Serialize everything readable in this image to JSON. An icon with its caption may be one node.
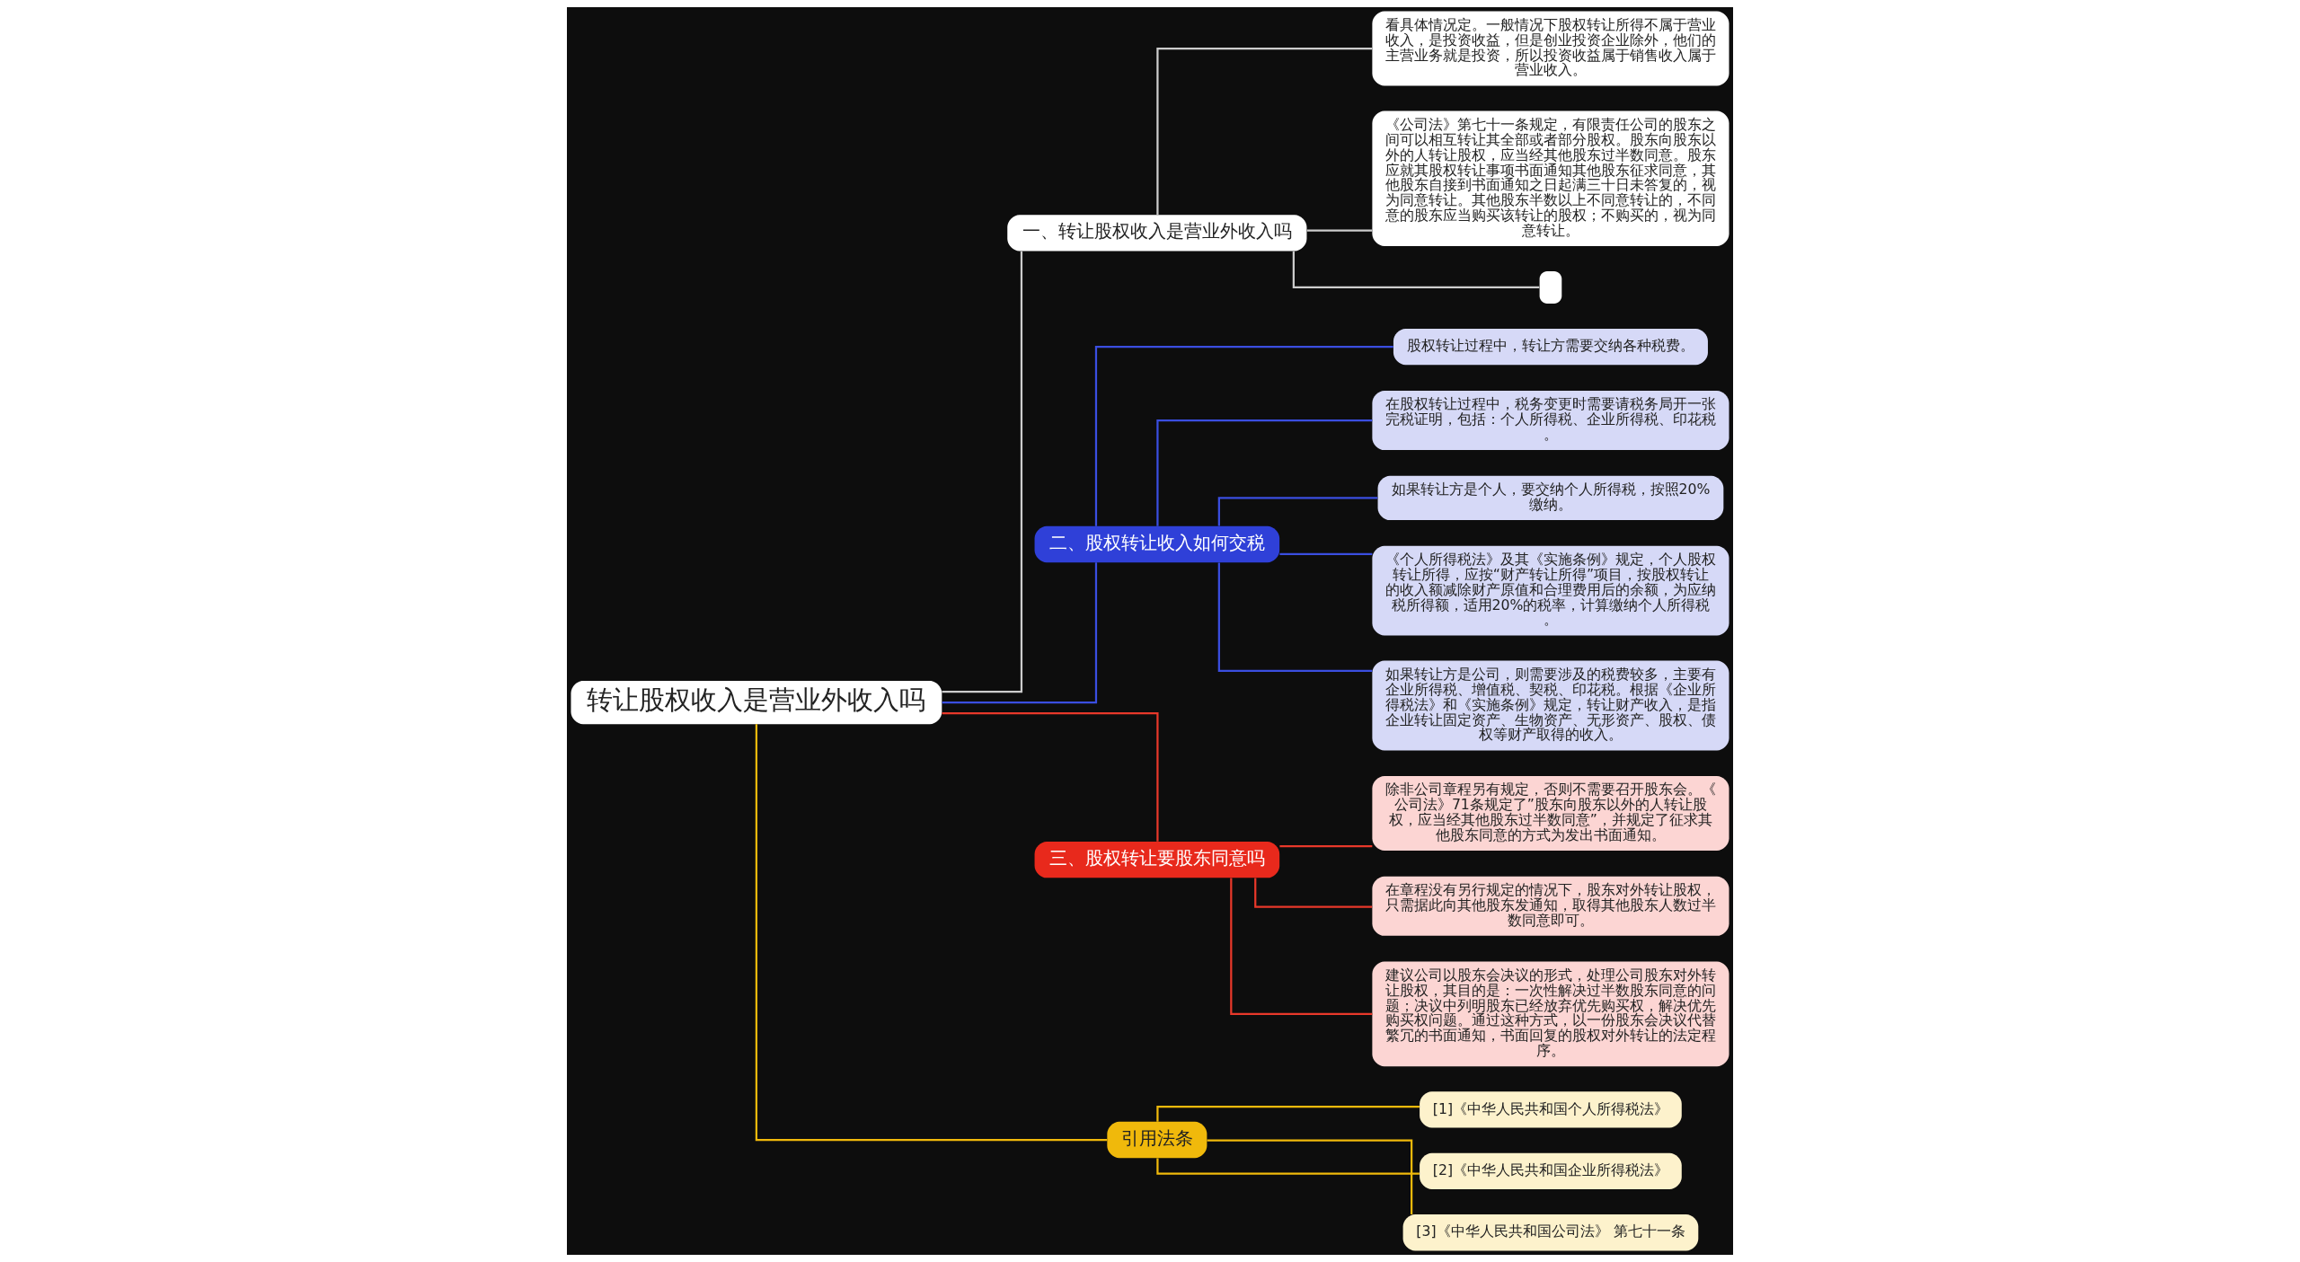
{
  "diagram": {
    "nodes": [
      {
        "text": [
          "转让股权收入是营业外收入吗"
        ]
      },
      {
        "text": [
          "一、转让股权收入是营业外收入吗"
        ]
      },
      {
        "text": [
          "看具体情况定。一般情况下股权转让所得不属于营业收入，是投资收益，但是创业投资企业除外，他们的主营业务就是投资，所以投资收益属于销售收入属于营业收入。"
        ]
      },
      {
        "text": [
          "《公司法》第七十一条规定，有限责任公司的股东之间可以相互转让其全部或者部分股权。股东向股东以外的人转让股权，应当经其他股东过半数同意。股东应就其股权转让事项书面通知其他股东征求同意，其他股东自接到书面通知之日起满三十日未答复的，视为同意转让。其他股东半数以上不同意转让的，不同意的股东应当购买该转让的股权；不购买的，视为同意转让。"
        ]
      },
      {
        "text": [],
        "shape": "box"
      },
      {
        "text": [
          "二、股权转让收入如何交税"
        ]
      },
      {
        "text": [
          "股权转让过程中，转让方需要交纳各种税费。"
        ]
      },
      {
        "text": [
          "在股权转让过程中，税务变更时需要请税务局开一张完税证明，包括：个人所得税、企业所得税、印花税。"
        ]
      },
      {
        "text": [
          "如果转让方是个人，要交纳个人所得税，按照20%缴纳。"
        ]
      },
      {
        "text": [
          "《个人所得税法》及其《实施条例》规定，个人股权转让所得，应按“财产转让所得”项目，按股权转让的收入额减除财产原值和合理费用后的余额，为应纳税所得额，适用20%的税率，计算缴纳个人所得税。"
        ]
      },
      {
        "text": [
          "如果转让方是公司，则需要涉及的税费较多，主要有企业所得税、增值税、契税、印花税。根据《企业所得税法》和《实施条例》规定，转让财产收入，是指企业转让固定资产、生物资产、无形资产、股权、债权等财产取得的收入。"
        ]
      },
      {
        "text": [
          "三、股权转让要股东同意吗"
        ]
      },
      {
        "text": [
          "除非公司章程另有规定，否则不需要召开股东会。《公司法》71条规定了”股东向股东以外的人转让股权，应当经其他股东过半数同意”，并规定了征求其他股东同意的方式为发出书面通知。"
        ]
      },
      {
        "text": [
          "在章程没有另行规定的情况下，股东对外转让股权，只需据此向其他股东发通知，取得其他股东人数过半数同意即可。"
        ]
      },
      {
        "text": [
          "建议公司以股东会决议的形式，处理公司股东对外转让股权，其目的是：一次性解决过半数股东同意的问题；决议中列明股东已经放弃优先购买权，解决优先购买权问题。通过这种方式，以一份股东会决议代替繁冗的书面通知，书面回复的股权对外转让的法定程序。"
        ]
      },
      {
        "text": [
          "引用法条"
        ]
      },
      {
        "text": [
          "[1]《中华人民共和国个人所得税法》"
        ]
      },
      {
        "text": [
          "[2]《中华人民共和国企业所得税法》"
        ]
      },
      {
        "text": [
          "[3]《中华人民共和国公司法》 第七十一条"
        ]
      }
    ],
    "edges": [
      {
        "from": 0,
        "to": 1,
        "arrow": "none",
        "color": "#cccccc"
      },
      {
        "from": 1,
        "to": 2,
        "arrow": "none",
        "color": "#cccccc"
      },
      {
        "from": 1,
        "to": 3,
        "arrow": "none",
        "color": "#cccccc"
      },
      {
        "from": 1,
        "to": 4,
        "arrow": "none",
        "color": "#cccccc"
      },
      {
        "from": 0,
        "to": 5,
        "arrow": "none",
        "color": "#3a4ee0"
      },
      {
        "from": 5,
        "to": 6,
        "arrow": "none",
        "color": "#3a4ee0"
      },
      {
        "from": 5,
        "to": 7,
        "arrow": "none",
        "color": "#3a4ee0"
      },
      {
        "from": 5,
        "to": 8,
        "arrow": "none",
        "color": "#3a4ee0"
      },
      {
        "from": 5,
        "to": 9,
        "arrow": "none",
        "color": "#3a4ee0"
      },
      {
        "from": 5,
        "to": 10,
        "arrow": "none",
        "color": "#3a4ee0"
      },
      {
        "from": 0,
        "to": 11,
        "arrow": "none",
        "color": "#e8382a"
      },
      {
        "from": 11,
        "to": 12,
        "arrow": "none",
        "color": "#e8382a"
      },
      {
        "from": 11,
        "to": 13,
        "arrow": "none",
        "color": "#e8382a"
      },
      {
        "from": 11,
        "to": 14,
        "arrow": "none",
        "color": "#e8382a"
      },
      {
        "from": 0,
        "to": 15,
        "arrow": "none",
        "color": "#f0b90b"
      },
      {
        "from": 15,
        "to": 16,
        "arrow": "none",
        "color": "#f0b90b"
      },
      {
        "from": 15,
        "to": 17,
        "arrow": "none",
        "color": "#f0b90b"
      },
      {
        "from": 15,
        "to": 18,
        "arrow": "none",
        "color": "#f0b90b"
      }
    ]
  }
}
